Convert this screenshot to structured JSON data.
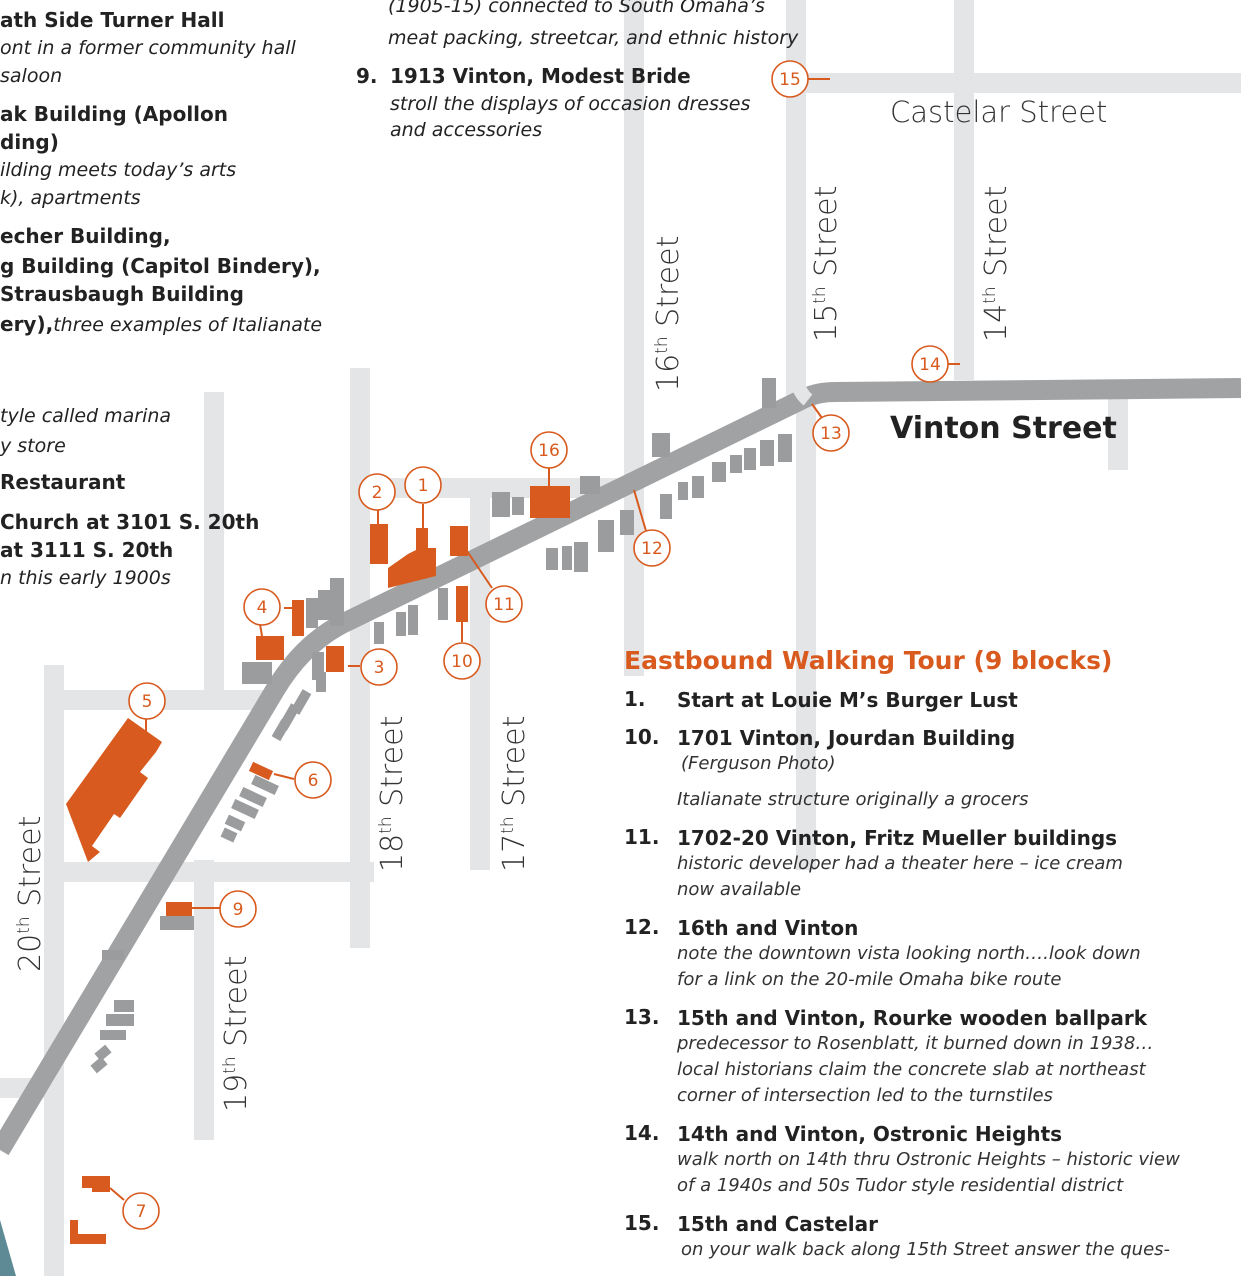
{
  "markers": [
    {
      "id": "1",
      "label": "1"
    },
    {
      "id": "2",
      "label": "2"
    },
    {
      "id": "3",
      "label": "3"
    },
    {
      "id": "4",
      "label": "4"
    },
    {
      "id": "5",
      "label": "5"
    },
    {
      "id": "6",
      "label": "6"
    },
    {
      "id": "7",
      "label": "7"
    },
    {
      "id": "9",
      "label": "9"
    },
    {
      "id": "10",
      "label": "10"
    },
    {
      "id": "11",
      "label": "11"
    },
    {
      "id": "12",
      "label": "12"
    },
    {
      "id": "13",
      "label": "13"
    },
    {
      "id": "14",
      "label": "14"
    },
    {
      "id": "15",
      "label": "15"
    },
    {
      "id": "16",
      "label": "16"
    }
  ],
  "streets": {
    "castelar": "Castelar Street",
    "vinton": "Vinton Street",
    "s16_pre": "16",
    "s16_sup": "th",
    "s16_post": " Street",
    "s15_pre": "15",
    "s15_sup": "th",
    "s15_post": " Street",
    "s14_pre": "14",
    "s14_sup": "th",
    "s14_post": " Street",
    "s18_pre": "18",
    "s18_sup": "th",
    "s18_post": " Street",
    "s17_pre": "17",
    "s17_sup": "th",
    "s17_post": " Street",
    "s20_pre": "20",
    "s20_sup": "th",
    "s20_post": " Street",
    "s19_pre": "19",
    "s19_sup": "th",
    "s19_post": " Street"
  },
  "left_text": {
    "l1": "ath Side Turner Hall",
    "l2": "ont in a former community hall",
    "l3": "saloon",
    "l4": "ak Building (Apollon",
    "l5": "ding)",
    "l6": "ilding meets today’s arts",
    "l7": "k), apartments",
    "l8": "echer Building,",
    "l9": "g Building (Capitol Bindery),",
    "l10": "Strausbaugh Building",
    "l11a": "ery),",
    "l11b": "three examples of Italianate",
    "l12": "tyle called marina",
    "l13": "y store",
    "l14": "Restaurant",
    "l15": "Church at 3101 S. 20th",
    "l16": "at 3111 S. 20th",
    "l17": "n this early 1900s"
  },
  "top_text": {
    "t1": "(1905-15) connected to South Omaha’s",
    "t2": "meat packing, streetcar, and ethnic history",
    "item9_num": "9.",
    "item9_title": "1913 Vinton, Modest Bride",
    "item9_d1": "stroll the displays of occasion dresses",
    "item9_d2": "and accessories"
  },
  "tour": {
    "title": "Eastbound Walking Tour (9 blocks)",
    "items": [
      {
        "num": "1.",
        "title": "Start at Louie M’s Burger Lust"
      },
      {
        "num": "10.",
        "title": "1701 Vinton, Jourdan Building",
        "d1": "(Ferguson Photo)",
        "d2": "Italianate structure originally a grocers"
      },
      {
        "num": "11.",
        "title": "1702-20 Vinton, Fritz Mueller buildings",
        "d1": "historic developer had a theater here – ice cream",
        "d2": "now available"
      },
      {
        "num": "12.",
        "title": "16th and Vinton",
        "d1": "note the downtown vista looking north….look down",
        "d2": "for a link on the 20-mile Omaha bike route"
      },
      {
        "num": "13.",
        "title": "15th and Vinton, Rourke wooden ballpark",
        "d1": "predecessor to Rosenblatt, it burned down in 1938…",
        "d2": "local historians claim the concrete slab at northeast",
        "d3": "corner of intersection led to the turnstiles"
      },
      {
        "num": "14.",
        "title": "14th and Vinton, Ostronic Heights",
        "d1": "walk north on 14th thru Ostronic Heights – historic view",
        "d2": "of a 1940s and 50s Tudor style residential district"
      },
      {
        "num": "15.",
        "title": "15th and Castelar",
        "d1": "on your walk back along 15th Street answer the ques-"
      }
    ]
  },
  "colors": {
    "street": "#e4e5e7",
    "road": "#a0a2a4",
    "building": "#9a9c9e",
    "highlight": "#d85a1e",
    "marker": "#d85a1e"
  }
}
